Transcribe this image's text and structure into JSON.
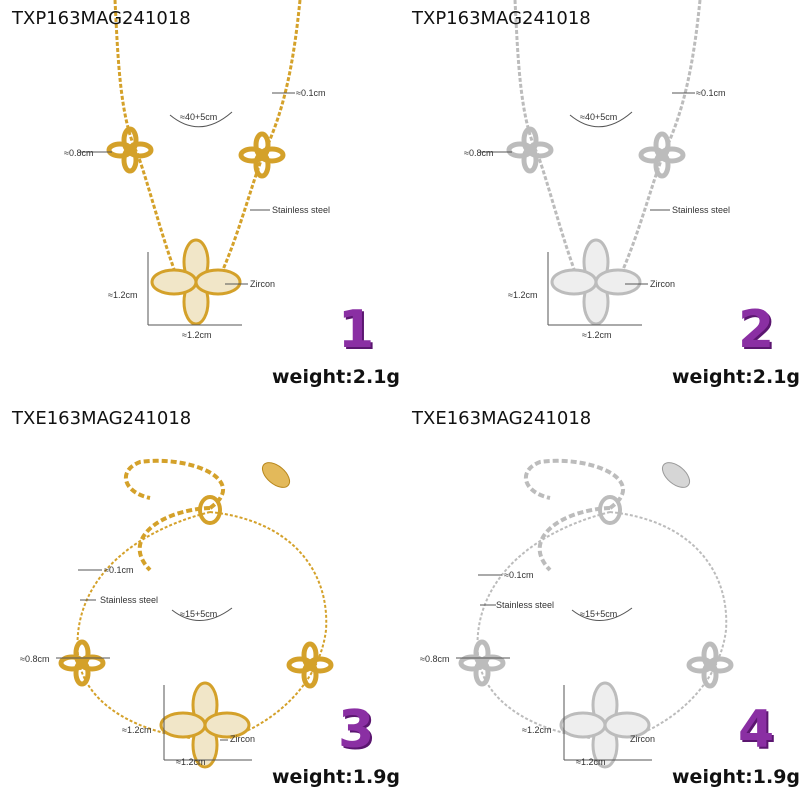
{
  "colors": {
    "gold": "#d4a12a",
    "silver": "#bcbcbc",
    "number": "#8a2fa3"
  },
  "panels": [
    {
      "sku": "TXP163MAG241018",
      "number": "1",
      "weight": "weight:2.1g",
      "metal": "gold",
      "labels": {
        "thickness": "≈0.1cm",
        "length": "≈40+5cm",
        "small_clover": "≈0.8cm",
        "material": "Stainless steel",
        "stone": "Zircon",
        "pendant_h": "≈1.2cm",
        "pendant_w": "≈1.2cm"
      }
    },
    {
      "sku": "TXP163MAG241018",
      "number": "2",
      "weight": "weight:2.1g",
      "metal": "silver",
      "labels": {
        "thickness": "≈0.1cm",
        "length": "≈40+5cm",
        "small_clover": "≈0.8cm",
        "material": "Stainless steel",
        "stone": "Zircon",
        "pendant_h": "≈1.2cm",
        "pendant_w": "≈1.2cm"
      }
    },
    {
      "sku": "TXE163MAG241018",
      "number": "3",
      "weight": "weight:1.9g",
      "metal": "gold",
      "labels": {
        "thickness": "≈0.1cm",
        "length": "≈15+5cm",
        "small_clover": "≈0.8cm",
        "material": "Stainless steel",
        "stone": "Zircon",
        "pendant_h": "≈1.2cm",
        "pendant_w": "≈1.2cm"
      }
    },
    {
      "sku": "TXE163MAG241018",
      "number": "4",
      "weight": "weight:1.9g",
      "metal": "silver",
      "labels": {
        "thickness": "≈0.1cm",
        "length": "≈15+5cm",
        "small_clover": "≈0.8cm",
        "material": "Stainless steel",
        "stone": "Zircon",
        "pendant_h": "≈1.2cm",
        "pendant_w": "≈1.2cm"
      }
    }
  ]
}
